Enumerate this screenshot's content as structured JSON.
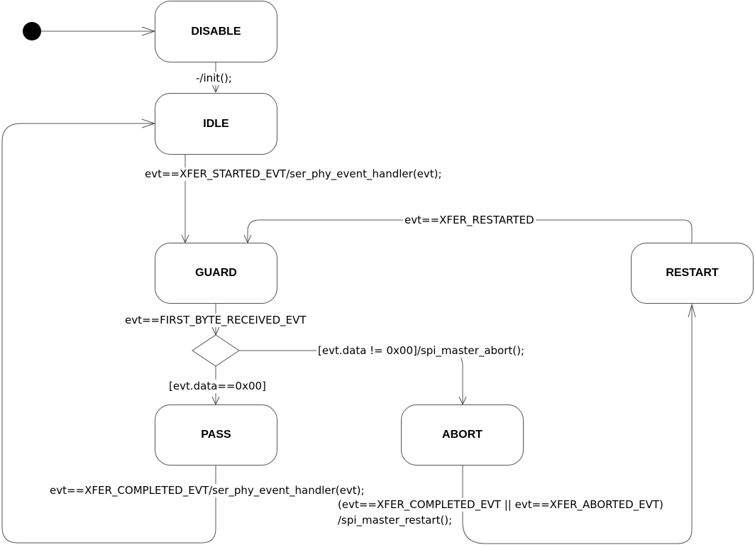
{
  "states": {
    "disable": "DISABLE",
    "idle": "IDLE",
    "guard": "GUARD",
    "restart": "RESTART",
    "pass": "PASS",
    "abort": "ABORT"
  },
  "transitions": {
    "init": "-/init();",
    "xfer_started": "evt==XFER_STARTED_EVT/ser_phy_event_handler(evt);",
    "xfer_restarted": "evt==XFER_RESTARTED",
    "first_byte": "evt==FIRST_BYTE_RECEIVED_EVT",
    "data_not_zero": "[evt.data != 0x00]/spi_master_abort();",
    "data_zero": "[evt.data==0x00]",
    "xfer_completed": "evt==XFER_COMPLETED_EVT/ser_phy_event_handler(evt);",
    "abort_events": "(evt==XFER_COMPLETED_EVT || evt==XFER_ABORTED_EVT)",
    "abort_action": "/spi_master_restart();"
  }
}
